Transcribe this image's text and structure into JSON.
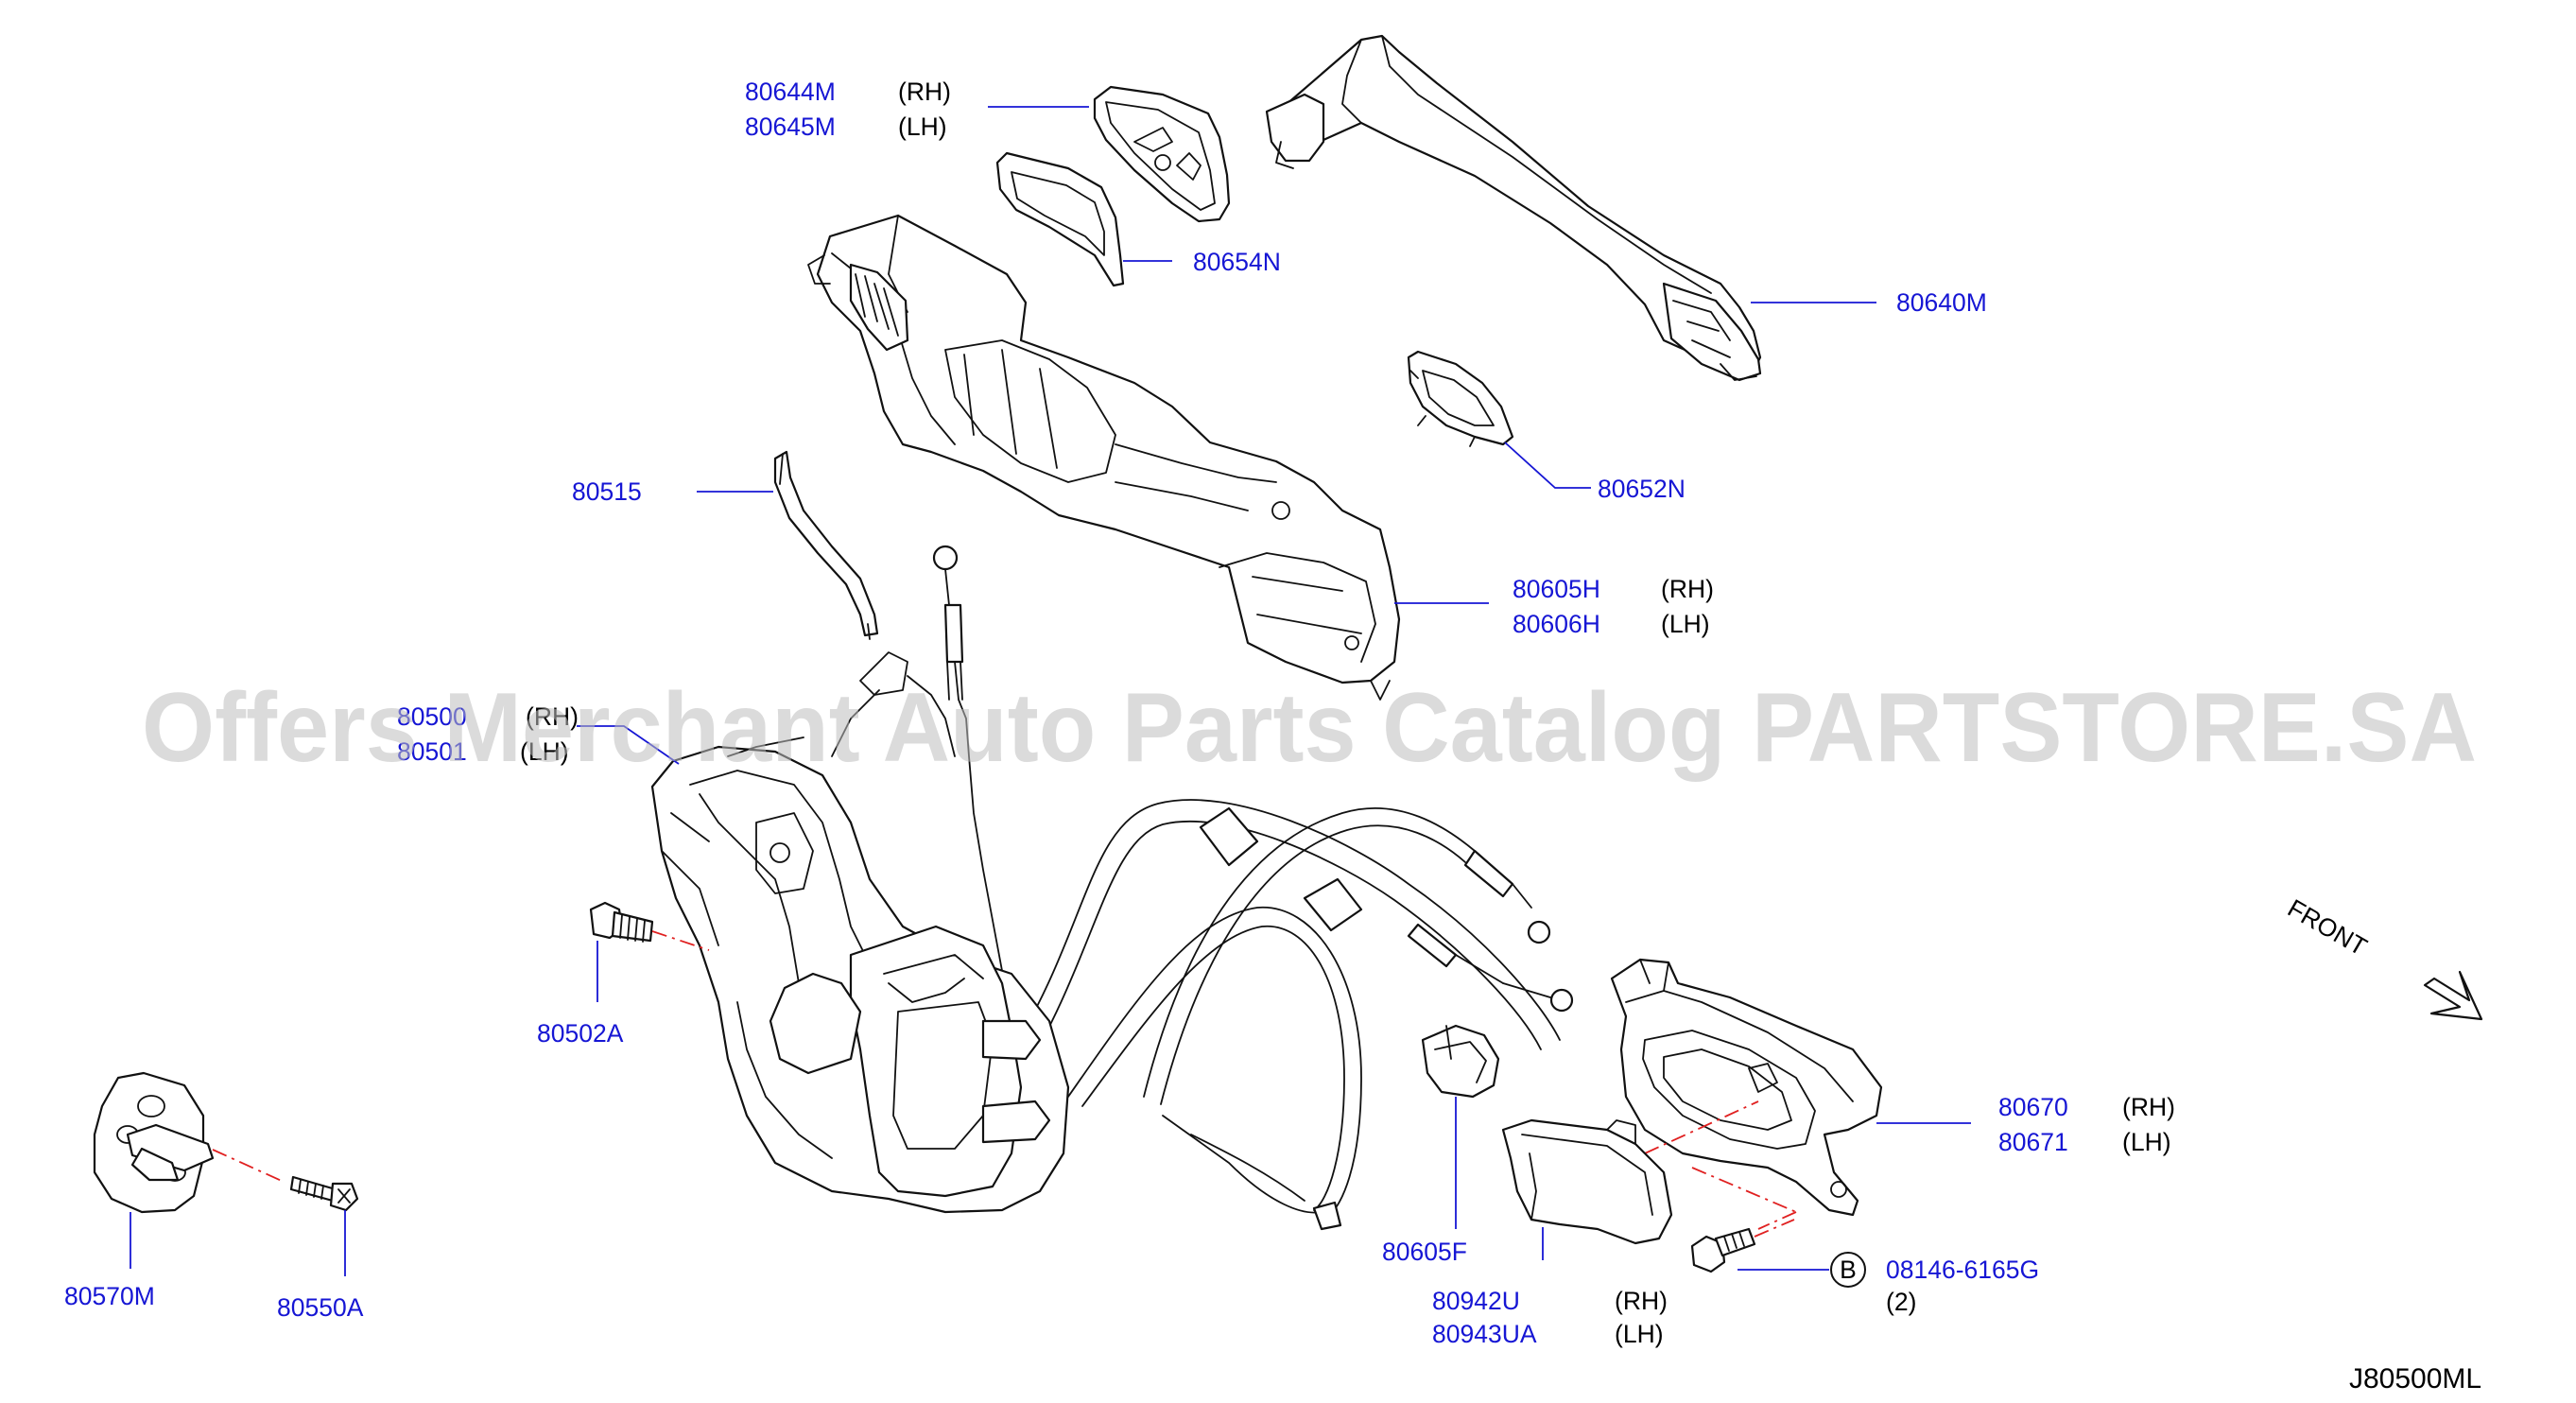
{
  "callouts": {
    "c80644M": {
      "part": "80644M",
      "side": "(RH)"
    },
    "c80645M": {
      "part": "80645M",
      "side": "(LH)"
    },
    "c80654N": {
      "part": "80654N"
    },
    "c80640M": {
      "part": "80640M"
    },
    "c80652N": {
      "part": "80652N"
    },
    "c80515": {
      "part": "80515"
    },
    "c80605H": {
      "part": "80605H",
      "side": "(RH)"
    },
    "c80606H": {
      "part": "80606H",
      "side": "(LH)"
    },
    "c80500": {
      "part": "80500",
      "side": "(RH)"
    },
    "c80501": {
      "part": "80501",
      "side": "(LH)"
    },
    "c80502A": {
      "part": "80502A"
    },
    "c80570M": {
      "part": "80570M"
    },
    "c80550A": {
      "part": "80550A"
    },
    "c80605F": {
      "part": "80605F"
    },
    "c80942U": {
      "part": "80942U",
      "side": "(RH)"
    },
    "c80943UA": {
      "part": "80943UA",
      "side": "(LH)"
    },
    "c80670": {
      "part": "80670",
      "side": "(RH)"
    },
    "c80671": {
      "part": "80671",
      "side": "(LH)"
    },
    "c08146": {
      "marker": "B",
      "part": "08146-6165G",
      "qty": "(2)"
    }
  },
  "front_label": "FRONT",
  "diagram_code": "J80500ML",
  "watermark": "Offers Merchant Auto Parts Catalog PARTSTORE.SA",
  "colors": {
    "callout": "#1616d4",
    "guide_line": "#e02020",
    "ink": "#111111",
    "watermark": "#bdbdbd"
  }
}
